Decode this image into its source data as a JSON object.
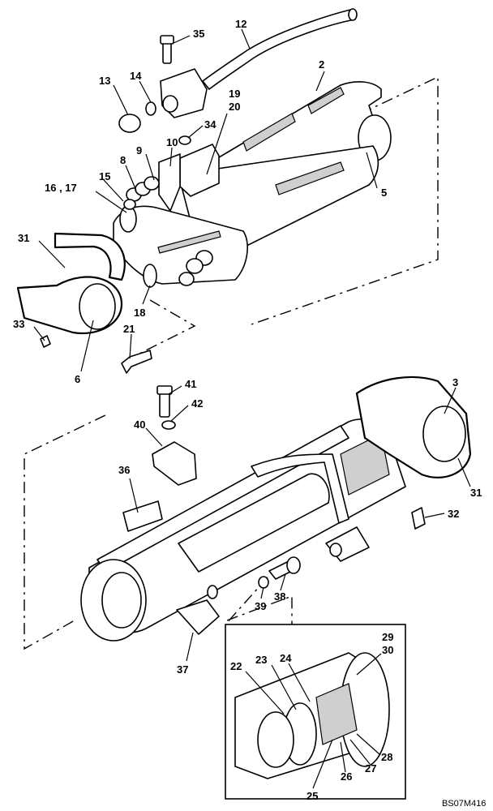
{
  "figure": {
    "drawing_code": "BS07M416"
  },
  "callouts": [
    {
      "id": "c35",
      "text": "35"
    },
    {
      "id": "c12",
      "text": "12"
    },
    {
      "id": "c13",
      "text": "13"
    },
    {
      "id": "c14",
      "text": "14"
    },
    {
      "id": "c2",
      "text": "2"
    },
    {
      "id": "c19",
      "text": "19"
    },
    {
      "id": "c20",
      "text": "20"
    },
    {
      "id": "c34",
      "text": "34"
    },
    {
      "id": "c10",
      "text": "10"
    },
    {
      "id": "c9",
      "text": "9"
    },
    {
      "id": "c8",
      "text": "8"
    },
    {
      "id": "c15",
      "text": "15"
    },
    {
      "id": "c16_17",
      "text": "16 , 17"
    },
    {
      "id": "c5",
      "text": "5"
    },
    {
      "id": "c31a",
      "text": "31"
    },
    {
      "id": "c18",
      "text": "18"
    },
    {
      "id": "c33",
      "text": "33"
    },
    {
      "id": "c21",
      "text": "21"
    },
    {
      "id": "c6",
      "text": "6"
    },
    {
      "id": "c41",
      "text": "41"
    },
    {
      "id": "c42",
      "text": "42"
    },
    {
      "id": "c40",
      "text": "40"
    },
    {
      "id": "c3",
      "text": "3"
    },
    {
      "id": "c36",
      "text": "36"
    },
    {
      "id": "c31b",
      "text": "31"
    },
    {
      "id": "c32",
      "text": "32"
    },
    {
      "id": "c39",
      "text": "39"
    },
    {
      "id": "c38",
      "text": "38"
    },
    {
      "id": "c37",
      "text": "37"
    },
    {
      "id": "c29",
      "text": "29"
    },
    {
      "id": "c30",
      "text": "30"
    },
    {
      "id": "c22",
      "text": "22"
    },
    {
      "id": "c23",
      "text": "23"
    },
    {
      "id": "c24",
      "text": "24"
    },
    {
      "id": "c28",
      "text": "28"
    },
    {
      "id": "c27",
      "text": "27"
    },
    {
      "id": "c26",
      "text": "26"
    },
    {
      "id": "c25",
      "text": "25"
    }
  ]
}
